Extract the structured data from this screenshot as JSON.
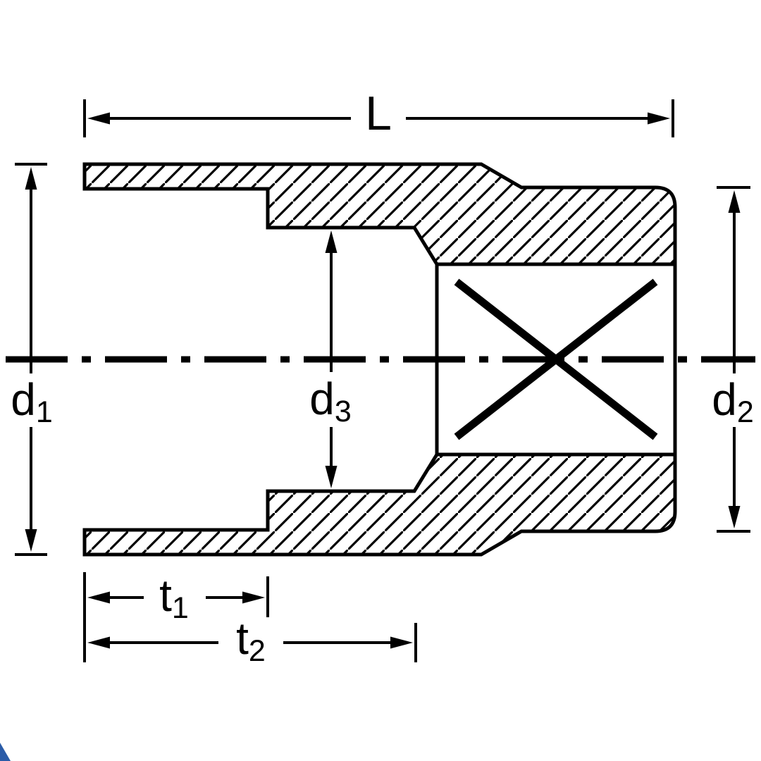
{
  "diagram": {
    "type": "technical-drawing-socket-cross-section",
    "labels": {
      "L": {
        "main": "L",
        "sub": ""
      },
      "d1": {
        "main": "d",
        "sub": "1"
      },
      "d2": {
        "main": "d",
        "sub": "2"
      },
      "d3": {
        "main": "d",
        "sub": "3"
      },
      "t1": {
        "main": "t",
        "sub": "1"
      },
      "t2": {
        "main": "t",
        "sub": "2"
      }
    },
    "colors": {
      "line": "#000000",
      "background": "#ffffff",
      "brand_mark": "#2b5ca8"
    }
  }
}
